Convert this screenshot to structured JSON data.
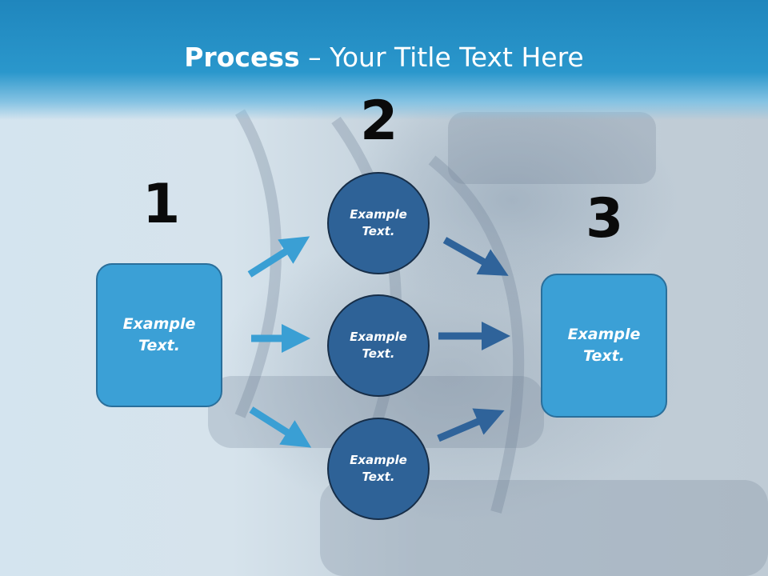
{
  "title": {
    "bold": "Process",
    "rest": " – Your Title Text Here"
  },
  "steps": {
    "one": "1",
    "two": "2",
    "three": "3"
  },
  "left_box": {
    "text": "Example\nText."
  },
  "right_box": {
    "text": "Example\nText."
  },
  "circles": [
    {
      "text": "Example\nText."
    },
    {
      "text": "Example\nText."
    },
    {
      "text": "Example\nText."
    }
  ],
  "colors": {
    "header": "#2a97cc",
    "box_fill": "#3ba0d6",
    "circle_fill": "#2e6297",
    "arrow_light": "#3a9fd4",
    "arrow_dark": "#2f639a"
  }
}
